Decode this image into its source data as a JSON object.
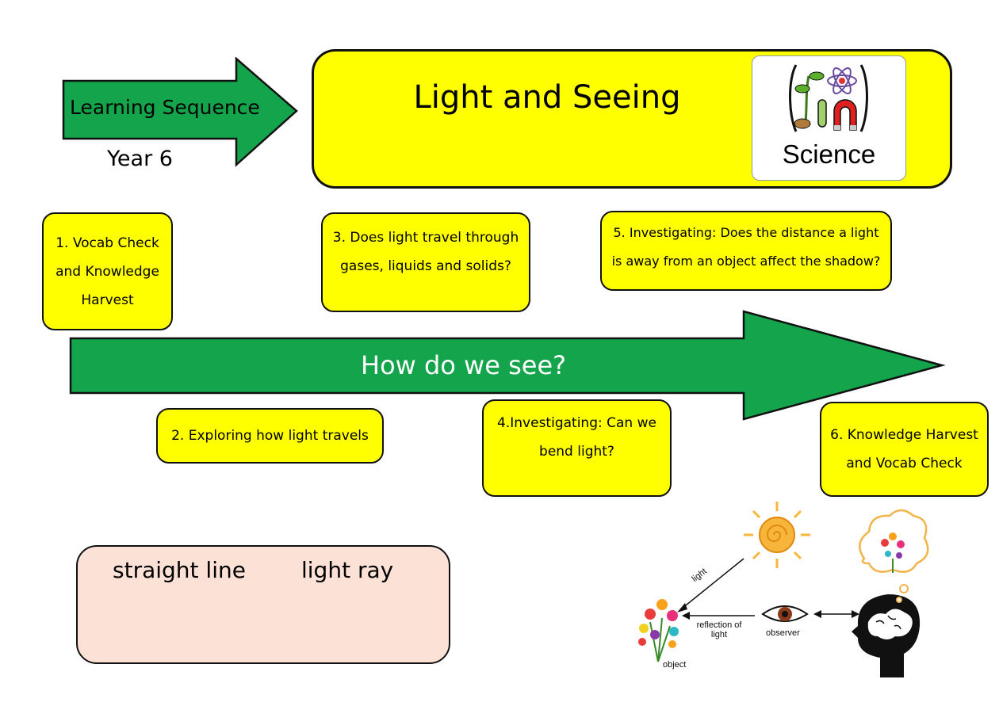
{
  "header": {
    "sequence_label": "Learning Sequence",
    "year_label": "Year 6",
    "title": "Light and Seeing",
    "science_label": "Science"
  },
  "main_arrow": {
    "label": "How do we see?"
  },
  "steps": [
    {
      "text": "1. Vocab Check and Knowledge Harvest"
    },
    {
      "text": "2. Exploring how light travels"
    },
    {
      "text": "3. Does light travel through gases, liquids and solids?"
    },
    {
      "text": "4.Investigating: Can we bend light?"
    },
    {
      "text": "5.  Investigating: Does the distance a light is away from an object affect the shadow?"
    },
    {
      "text": "6.  Knowledge Harvest and Vocab Check"
    }
  ],
  "vocab": {
    "words": [
      "straight line",
      "light ray"
    ]
  },
  "illustration": {
    "light_label": "light",
    "reflection_label": "reflection of light",
    "observer_label": "observer",
    "object_label": "object"
  },
  "colors": {
    "green": "#14a44b",
    "yellow": "#ffff00",
    "vocab_bg": "#fce1d6"
  }
}
